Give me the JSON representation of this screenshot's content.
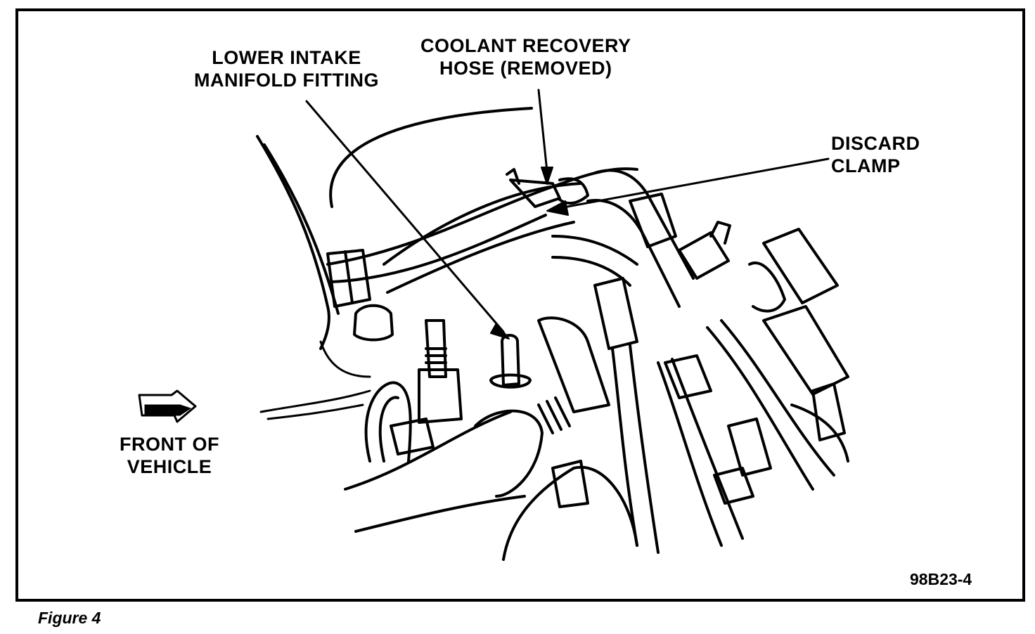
{
  "labels": {
    "lower_intake_line1": "LOWER INTAKE",
    "lower_intake_line2": "MANIFOLD FITTING",
    "coolant_line1": "COOLANT RECOVERY",
    "coolant_line2": "HOSE (REMOVED)",
    "discard_line1": "DISCARD",
    "discard_line2": "CLAMP",
    "front_line1": "FRONT OF",
    "front_line2": "VEHICLE"
  },
  "figure_code": "98B23-4",
  "caption": "Figure 4"
}
